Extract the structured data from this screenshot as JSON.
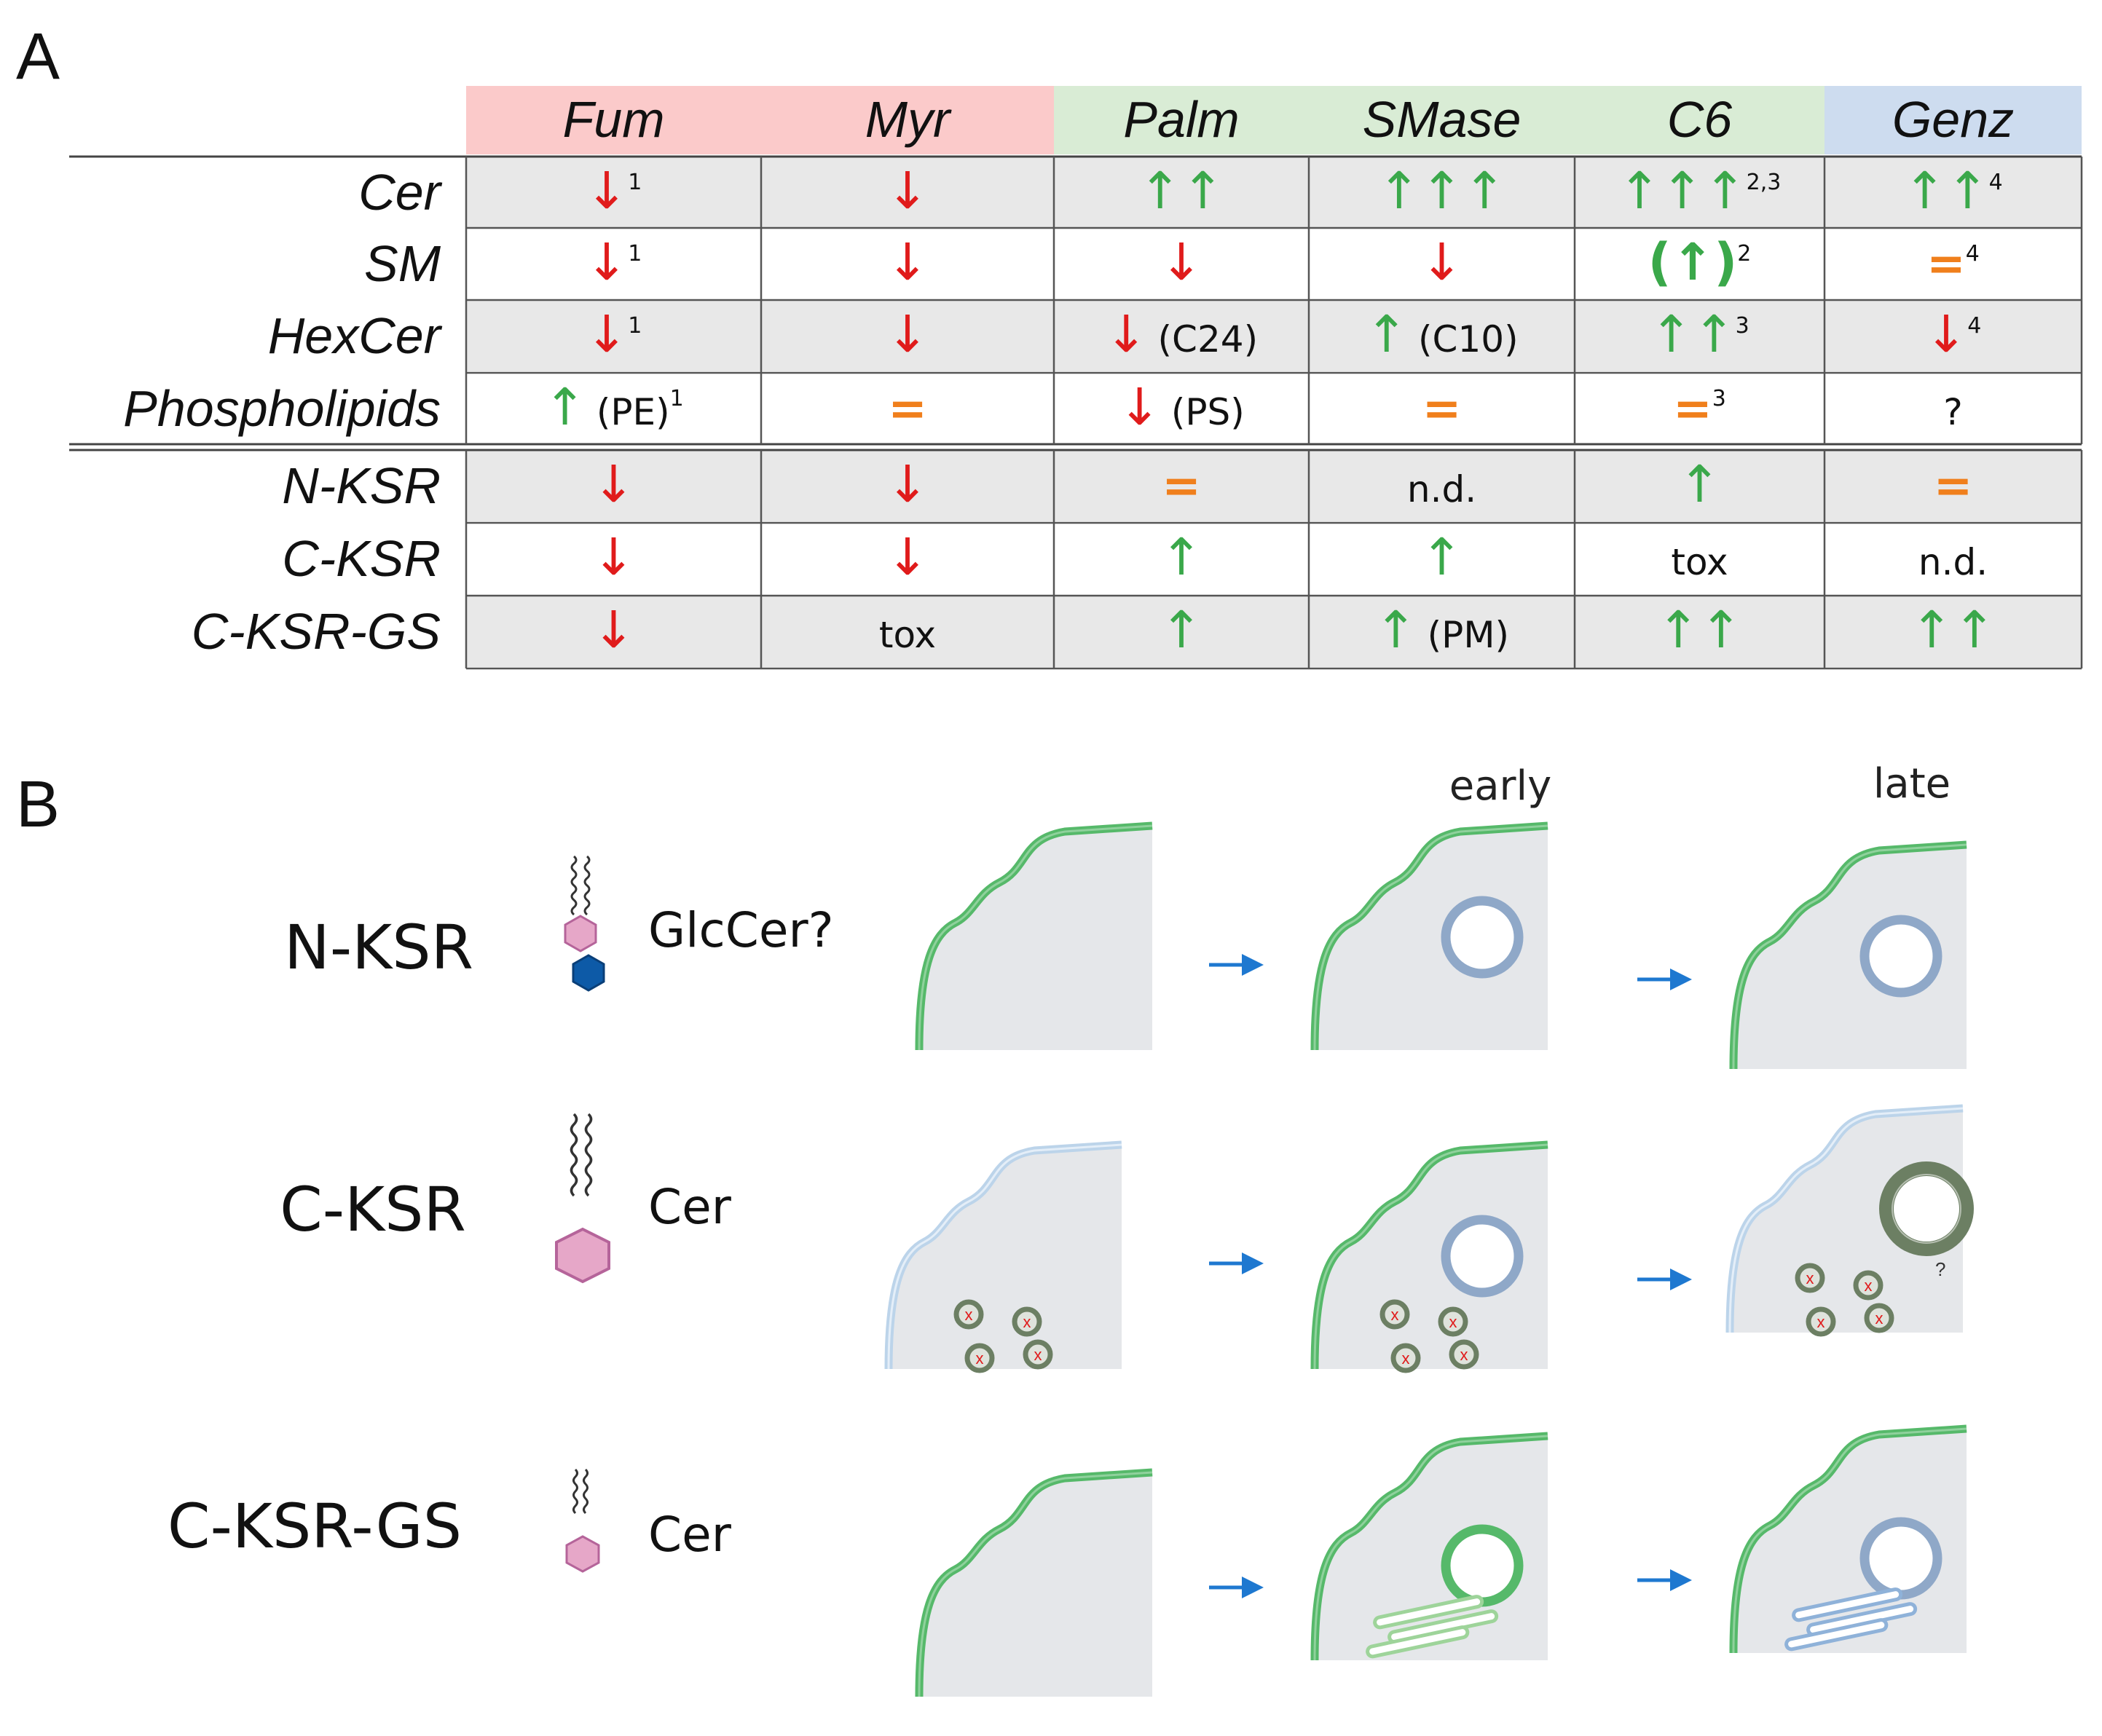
{
  "panel_a": {
    "label": "A",
    "columns": [
      {
        "key": "fum",
        "label": "Fum",
        "group": "red"
      },
      {
        "key": "myr",
        "label": "Myr",
        "group": "red"
      },
      {
        "key": "palm",
        "label": "Palm",
        "group": "green"
      },
      {
        "key": "smase",
        "label": "SMase",
        "group": "green"
      },
      {
        "key": "c6",
        "label": "C6",
        "group": "green"
      },
      {
        "key": "genz",
        "label": "Genz",
        "group": "blue"
      }
    ],
    "rows": [
      {
        "label": "Cer",
        "cells": [
          {
            "sym": "↓",
            "color": "red",
            "sup": "1"
          },
          {
            "sym": "↓",
            "color": "red"
          },
          {
            "sym": "↑↑",
            "color": "green"
          },
          {
            "sym": "↑↑↑",
            "color": "green"
          },
          {
            "sym": "↑↑↑",
            "color": "green",
            "sup": "2,3"
          },
          {
            "sym": "↑↑",
            "color": "green",
            "sup": "4"
          }
        ]
      },
      {
        "label": "SM",
        "cells": [
          {
            "sym": "↓",
            "color": "red",
            "sup": "1"
          },
          {
            "sym": "↓",
            "color": "red"
          },
          {
            "sym": "↓",
            "color": "red"
          },
          {
            "sym": "↓",
            "color": "red"
          },
          {
            "sym": "(↑)",
            "color": "green",
            "sup": "2"
          },
          {
            "sym": "=",
            "color": "orange",
            "sup": "4"
          }
        ]
      },
      {
        "label": "HexCer",
        "cells": [
          {
            "sym": "↓",
            "color": "red",
            "sup": "1"
          },
          {
            "sym": "↓",
            "color": "red"
          },
          {
            "sym": "↓",
            "color": "red",
            "text": "(C24)"
          },
          {
            "sym": "↑",
            "color": "green",
            "text": "(C10)"
          },
          {
            "sym": "↑↑",
            "color": "green",
            "sup": "3"
          },
          {
            "sym": "↓",
            "color": "red",
            "sup": "4"
          }
        ]
      },
      {
        "label": "Phospholipids",
        "cells": [
          {
            "sym": "↑",
            "color": "green",
            "text": "(PE)",
            "sup": "1"
          },
          {
            "sym": "=",
            "color": "orange"
          },
          {
            "sym": "↓",
            "color": "red",
            "text": "(PS)"
          },
          {
            "sym": "=",
            "color": "orange"
          },
          {
            "sym": "=",
            "color": "orange",
            "sup": "3"
          },
          {
            "text": "?"
          }
        ]
      },
      {
        "label": "N-KSR",
        "cells": [
          {
            "sym": "↓",
            "color": "red"
          },
          {
            "sym": "↓",
            "color": "red"
          },
          {
            "sym": "=",
            "color": "orange"
          },
          {
            "text": "n.d."
          },
          {
            "sym": "↑",
            "color": "green"
          },
          {
            "sym": "=",
            "color": "orange"
          }
        ]
      },
      {
        "label": "C-KSR",
        "cells": [
          {
            "sym": "↓",
            "color": "red"
          },
          {
            "sym": "↓",
            "color": "red"
          },
          {
            "sym": "↑",
            "color": "green"
          },
          {
            "sym": "↑",
            "color": "green"
          },
          {
            "text": "tox"
          },
          {
            "text": "n.d."
          }
        ]
      },
      {
        "label": "C-KSR-GS",
        "cells": [
          {
            "sym": "↓",
            "color": "red"
          },
          {
            "text": "tox"
          },
          {
            "sym": "↑",
            "color": "green"
          },
          {
            "sym": "↑",
            "color": "green",
            "text": "(PM)"
          },
          {
            "sym": "↑↑",
            "color": "green"
          },
          {
            "sym": "↑↑",
            "color": "green"
          }
        ]
      }
    ]
  },
  "panel_b": {
    "label": "B",
    "stage_labels": {
      "early": "early",
      "late": "late"
    },
    "rows": [
      {
        "name": "N-KSR",
        "ligand": "GlcCer?"
      },
      {
        "name": "C-KSR",
        "ligand": "Cer"
      },
      {
        "name": "C-KSR-GS",
        "ligand": "Cer"
      }
    ],
    "question_mark": "?",
    "cross_mark": "x"
  },
  "colors": {
    "red": "#e01b1b",
    "green": "#3aa84a",
    "orange": "#f07f1c",
    "text": "#111111",
    "header_red": "#fbcaca",
    "header_green": "#d9ecd5",
    "header_blue": "#cddcef",
    "row_gray": "#e8e8e8",
    "membrane_green": "#56b96a",
    "membrane_light_blue": "#bcd4ea",
    "cell_bg": "#e5e7ea",
    "vesicle_blue": "#8fa8c8",
    "arrow_blue": "#1e78d0",
    "lipid_pink": "#e6a7c8",
    "lipid_blue": "#0d5aa7"
  }
}
